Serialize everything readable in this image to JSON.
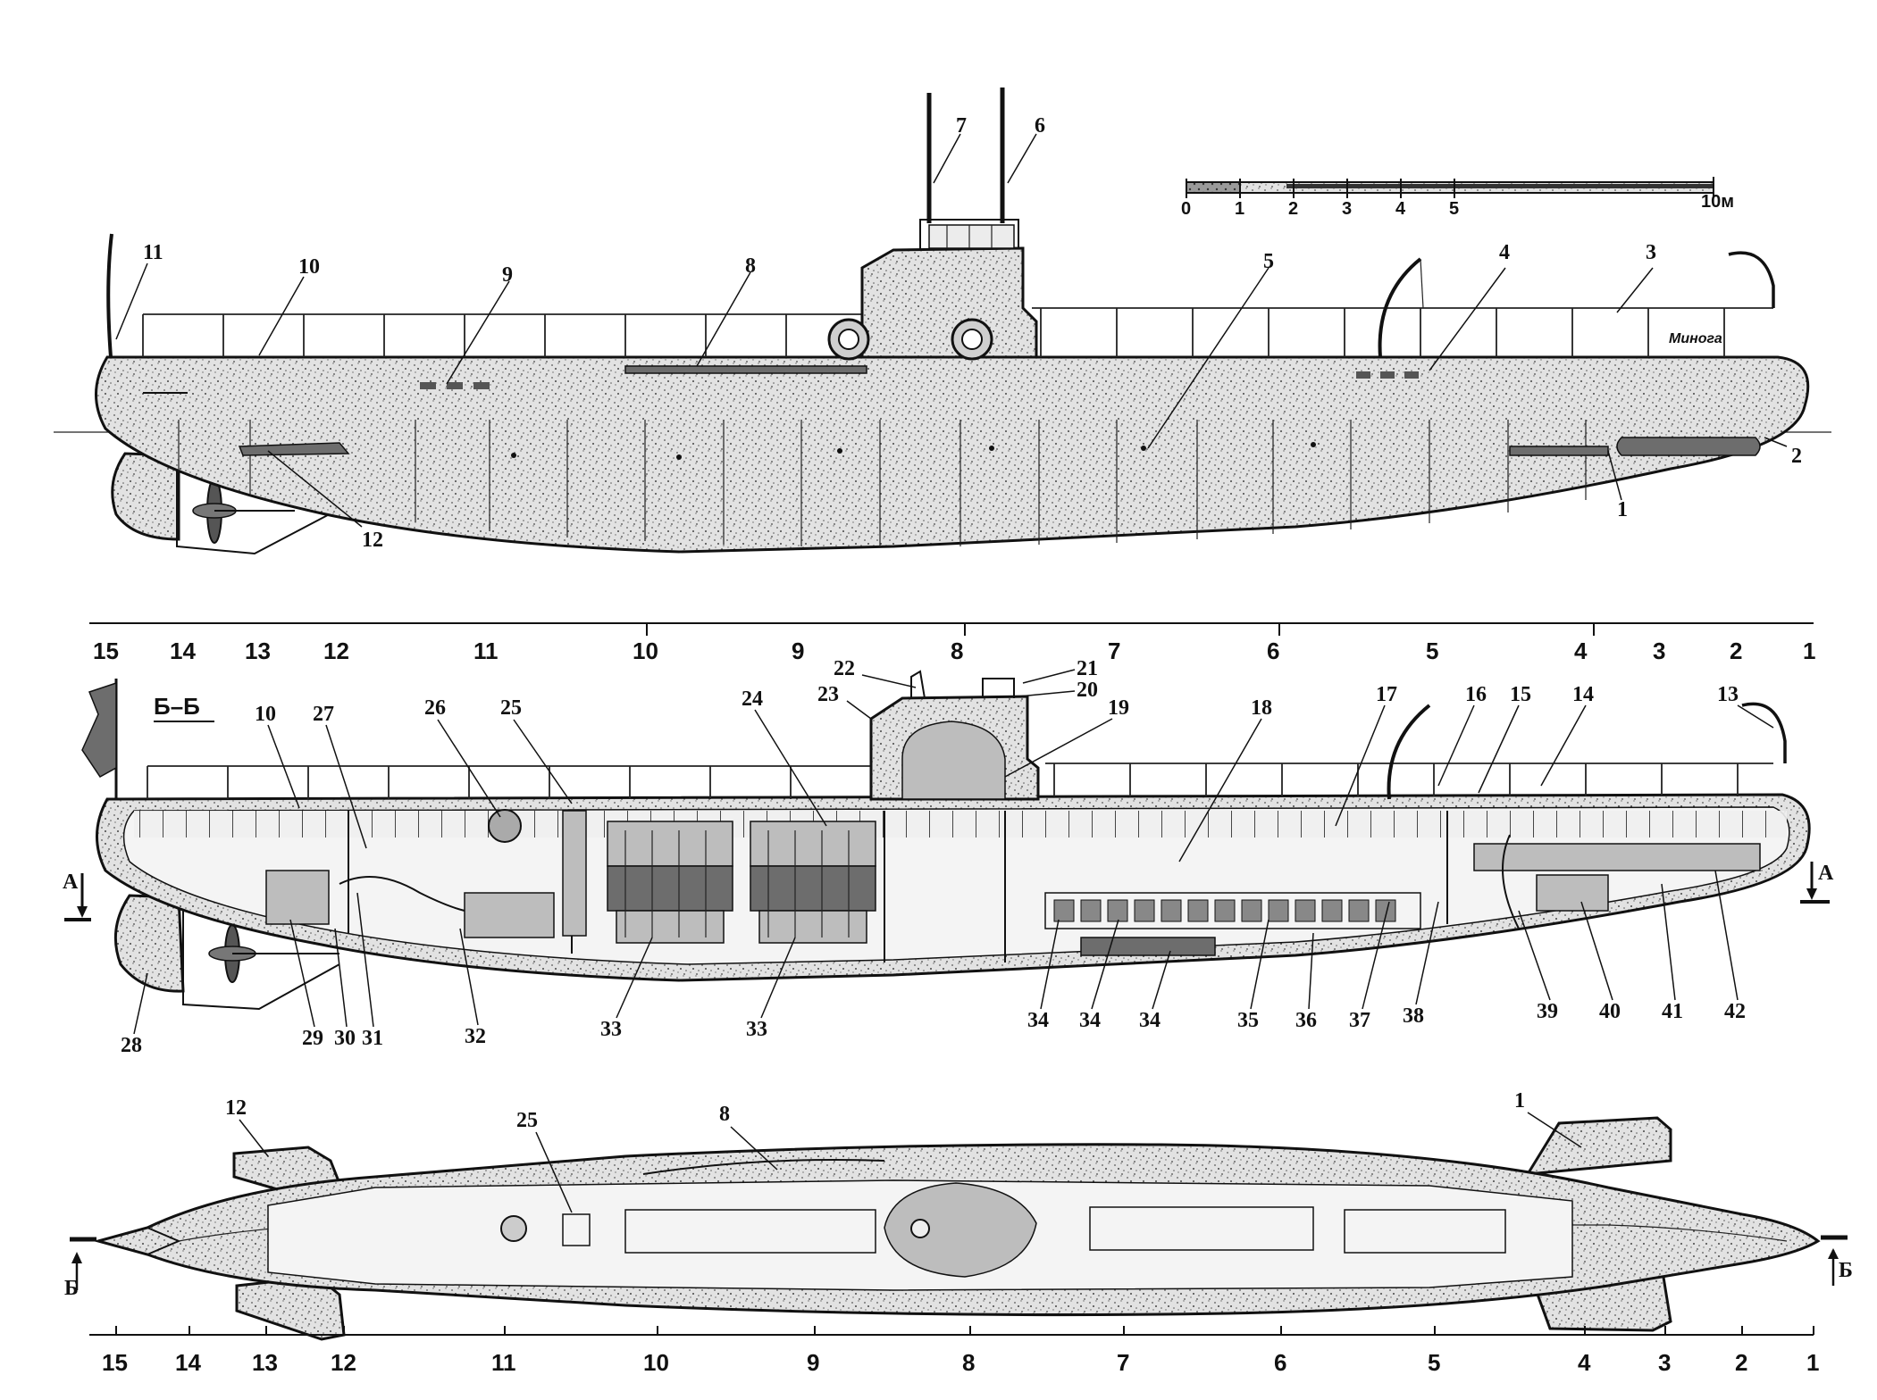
{
  "scale_bar": {
    "ticks": [
      "0",
      "1",
      "2",
      "3",
      "4",
      "5"
    ],
    "end_label": "10м"
  },
  "side_view": {
    "nameplate": "Минога",
    "labels": [
      "1",
      "2",
      "3",
      "4",
      "5",
      "6",
      "7",
      "8",
      "9",
      "10",
      "11",
      "12"
    ]
  },
  "section_view": {
    "title": "Б–Б",
    "frame_numbers": [
      "15",
      "14",
      "13",
      "12",
      "11",
      "10",
      "9",
      "8",
      "7",
      "6",
      "5",
      "4",
      "3",
      "2",
      "1"
    ],
    "section_mark_left": "А",
    "section_mark_right": "А",
    "labels": [
      "10",
      "13",
      "14",
      "15",
      "16",
      "17",
      "18",
      "19",
      "20",
      "21",
      "22",
      "23",
      "24",
      "25",
      "26",
      "27",
      "28",
      "29",
      "30",
      "31",
      "32",
      "33",
      "33",
      "34",
      "34",
      "34",
      "35",
      "36",
      "37",
      "38",
      "39",
      "40",
      "41",
      "42"
    ]
  },
  "plan_view": {
    "frame_numbers": [
      "15",
      "14",
      "13",
      "12",
      "11",
      "10",
      "9",
      "8",
      "7",
      "6",
      "5",
      "4",
      "3",
      "2",
      "1"
    ],
    "section_mark_left": "Б",
    "section_mark_right": "Б",
    "labels": [
      "1",
      "8",
      "12",
      "25"
    ]
  }
}
